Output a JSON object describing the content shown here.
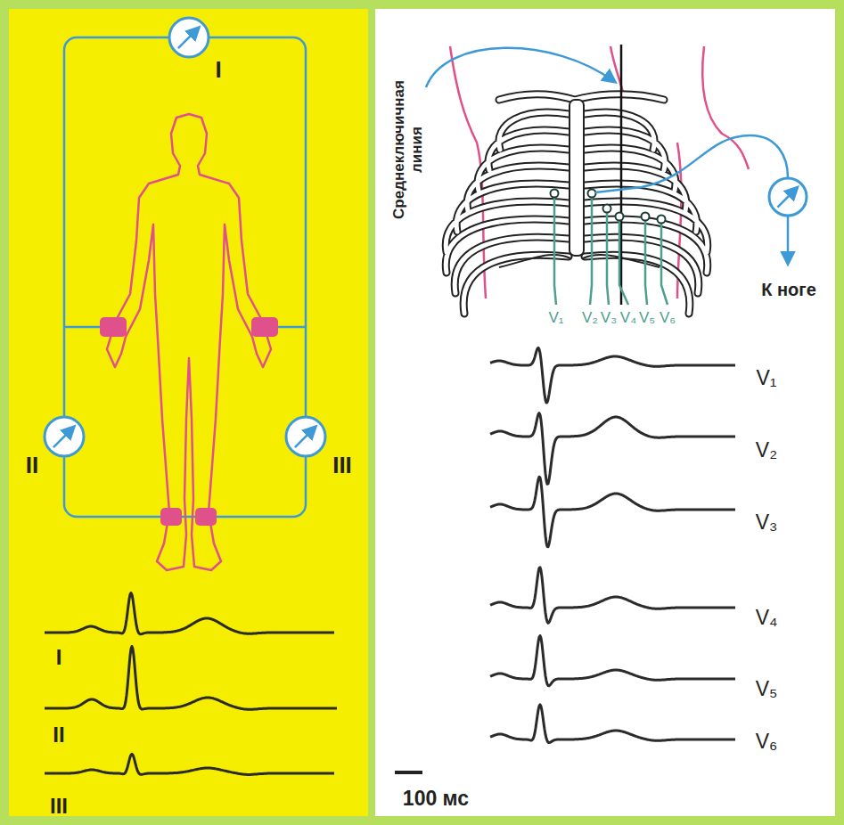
{
  "diagram": {
    "labels": [
      "I",
      "II",
      "III",
      "Среднеключичная линия",
      "V₁",
      "V₂",
      "V₃",
      "V₄",
      "V₅",
      "V₆",
      "К ноге",
      "V₁",
      "V₂",
      "V₃",
      "V₄",
      "V₅",
      "V₆",
      "100 мс",
      "I",
      "II",
      "III"
    ]
  }
}
